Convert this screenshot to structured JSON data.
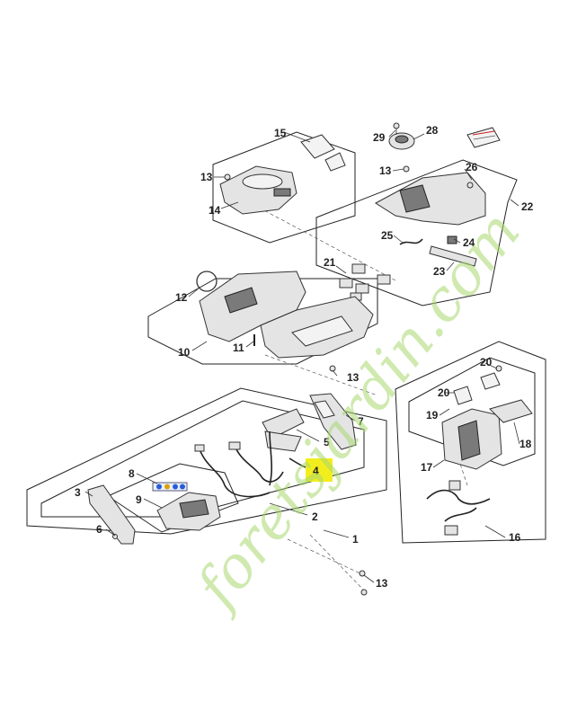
{
  "diagram": {
    "callouts": {
      "c1": "1",
      "c2": "2",
      "c3": "3",
      "c4": "4",
      "c5": "5",
      "c6": "6",
      "c7": "7",
      "c8": "8",
      "c9": "9",
      "c10": "10",
      "c11": "11",
      "c12": "12",
      "c13a": "13",
      "c13b": "13",
      "c13c": "13",
      "c13d": "13",
      "c14": "14",
      "c15": "15",
      "c16": "16",
      "c17": "17",
      "c18": "18",
      "c19": "19",
      "c20a": "20",
      "c20b": "20",
      "c21": "21",
      "c22": "22",
      "c23": "23",
      "c24": "24",
      "c25": "25",
      "c26": "26",
      "c28": "28",
      "c29": "29"
    },
    "highlighted_callout": "4",
    "highlight_color": "#f2ee1e",
    "watermark": {
      "text": "foretsjardin.com",
      "colors": {
        "green": "#a8d86e",
        "tan": "#cbb08e",
        "orange": "#f0a040"
      }
    }
  }
}
